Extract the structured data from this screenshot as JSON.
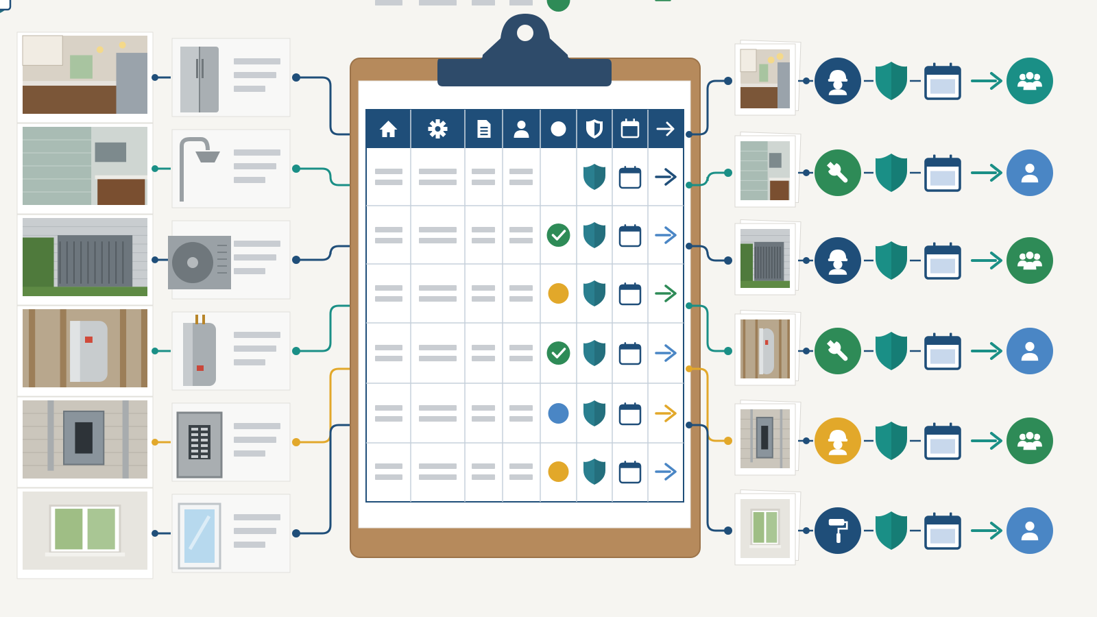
{
  "colors": {
    "navy": "#1f4e79",
    "teal": "#1a8f86",
    "green": "#2e8b57",
    "gold": "#e2a82a",
    "blue": "#4a86c5",
    "shield": "#2a7f8f",
    "clip_board": "#b68a5c",
    "clip_metal": "#2e4b6a",
    "header": "#1f4e79"
  },
  "header_icons": [
    "home-icon",
    "gear-icon",
    "document-icon",
    "person-icon",
    "status-dot-icon",
    "shield-icon",
    "calendar-icon",
    "arrow-right-icon"
  ],
  "rows": [
    {
      "photo": "kitchen-photo",
      "item": "refrigerator-icon",
      "line": "navy",
      "status": null,
      "arrow": "navy",
      "trade": "hard-hat-worker-icon",
      "trade_color": "navy",
      "audience": "group-icon",
      "audience_color": "teal",
      "thumb": "kitchen-cabinet-thumbnail"
    },
    {
      "photo": "bathroom-photo",
      "item": "shower-head-icon",
      "line": "teal",
      "status": "check",
      "status_color": "green",
      "arrow": "blue",
      "trade": "wrench-icon",
      "trade_color": "green",
      "audience": "person-icon",
      "audience_color": "blue",
      "thumb": "shower-valve-thumbnail"
    },
    {
      "photo": "outdoor-ac-photo",
      "item": "ac-unit-icon",
      "line": "navy",
      "status": "dot",
      "status_color": "gold",
      "arrow": "green",
      "trade": "hard-hat-worker-icon",
      "trade_color": "navy",
      "audience": "group-icon",
      "audience_color": "green",
      "thumb": "ac-unit-thumbnail"
    },
    {
      "photo": "water-heater-photo",
      "item": "water-heater-icon",
      "line": "teal",
      "status": "check",
      "status_color": "green",
      "arrow": "blue",
      "trade": "wrench-icon",
      "trade_color": "green",
      "audience": "person-icon",
      "audience_color": "blue",
      "thumb": "water-heater-pipes-thumbnail"
    },
    {
      "photo": "electrical-panel-photo",
      "item": "breaker-panel-icon",
      "line": "gold",
      "status": "dot",
      "status_color": "blue",
      "arrow": "gold",
      "trade": "hard-hat-worker-icon",
      "trade_color": "gold",
      "audience": "group-icon",
      "audience_color": "green",
      "thumb": "panel-wiring-thumbnail"
    },
    {
      "photo": "window-photo",
      "item": "window-icon",
      "line": "navy",
      "status": "dot",
      "status_color": "gold",
      "arrow": "blue",
      "trade": "paint-roller-icon",
      "trade_color": "navy",
      "audience": "person-icon",
      "audience_color": "blue",
      "thumb": "window-sill-thumbnail"
    },
    {
      "status": "check",
      "status_color": "green",
      "arrow": "green"
    }
  ]
}
